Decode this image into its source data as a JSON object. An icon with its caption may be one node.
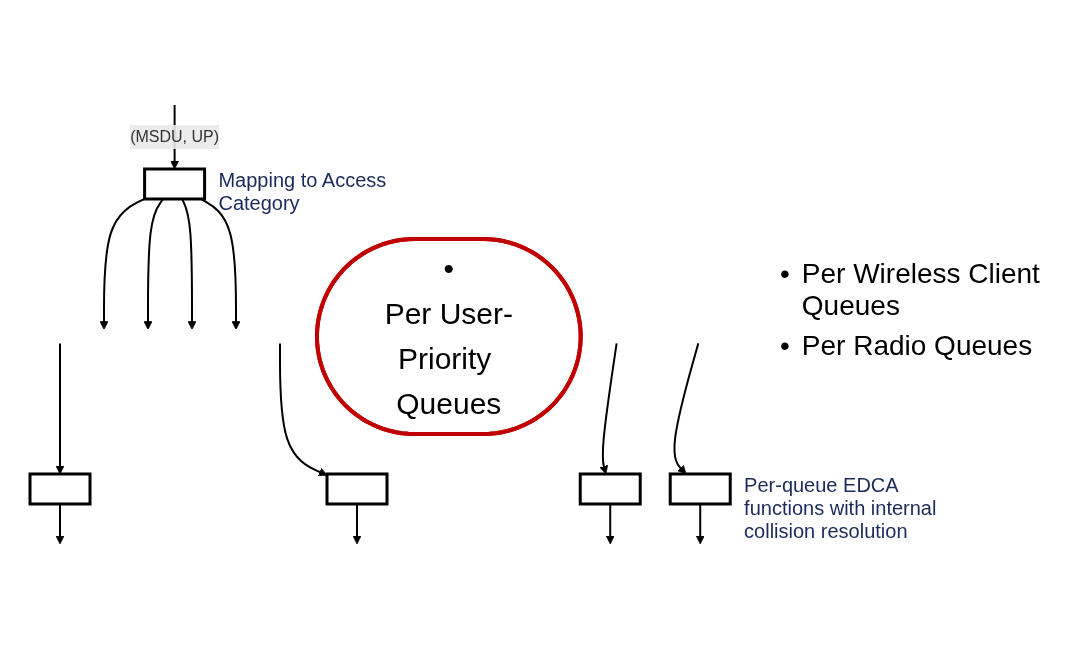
{
  "diagram": {
    "nodes": [
      {
        "text": [],
        "shape": "box",
        "beside": [
          "Mapping to Access Category"
        ]
      },
      {
        "text": [
          "•",
          "Per User-Priority Queues"
        ]
      },
      {
        "text": [],
        "shape": "box"
      },
      {
        "text": [],
        "shape": "box"
      },
      {
        "text": [],
        "shape": "box"
      },
      {
        "text": [],
        "shape": "box",
        "beside": [
          "Per-queue EDCA functions with internal collision resolution"
        ]
      }
    ],
    "edges": [
      {
        "from": null,
        "to": 0,
        "arrow": "to",
        "label": "(MSDU, UP)"
      },
      {
        "from": 0,
        "to": null,
        "arrow": "to"
      },
      {
        "from": 0,
        "to": null,
        "arrow": "to"
      },
      {
        "from": 0,
        "to": null,
        "arrow": "to"
      },
      {
        "from": 0,
        "to": null,
        "arrow": "to"
      },
      {
        "from": null,
        "to": 2,
        "arrow": "to"
      },
      {
        "from": null,
        "to": 3,
        "arrow": "to"
      },
      {
        "from": null,
        "to": 4,
        "arrow": "to"
      },
      {
        "from": null,
        "to": 5,
        "arrow": "to"
      },
      {
        "from": 2,
        "to": null,
        "arrow": "to"
      },
      {
        "from": 3,
        "to": null,
        "arrow": "to"
      },
      {
        "from": 4,
        "to": null,
        "arrow": "to"
      },
      {
        "from": 5,
        "to": null,
        "arrow": "to"
      }
    ],
    "labels": [
      "•",
      "Per Wireless Client Queues",
      "•",
      "Per Radio Queues"
    ]
  }
}
